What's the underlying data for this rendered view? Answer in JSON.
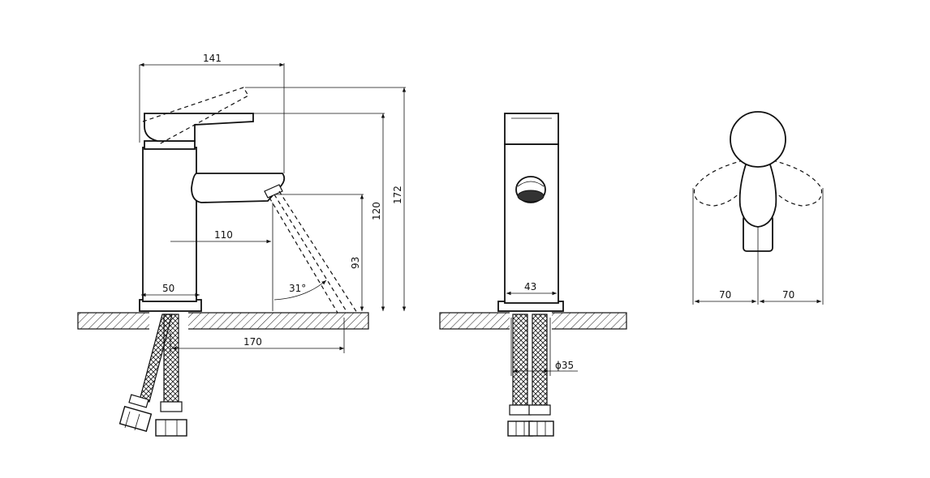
{
  "dimensions": {
    "width_141": "141",
    "height_172": "172",
    "height_120": "120",
    "reach_110": "110",
    "height_93": "93",
    "base_50": "50",
    "angle_31": "31°",
    "spray_170": "170",
    "front_43": "43",
    "pipe_d35": "ϕ35",
    "swing_left_70": "70",
    "swing_right_70": "70"
  }
}
